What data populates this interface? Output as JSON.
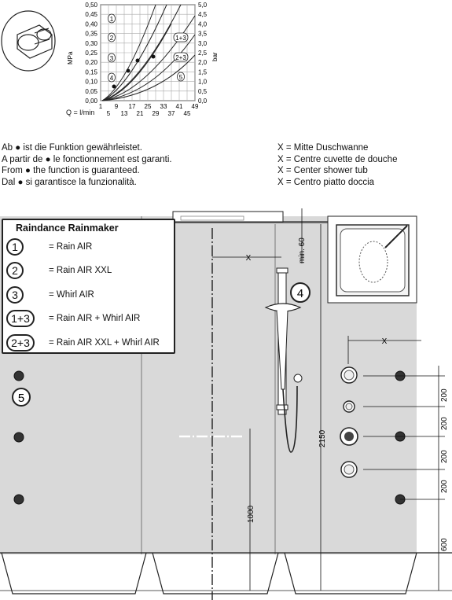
{
  "chart": {
    "y_left_ticks": [
      "0,50",
      "0,45",
      "0,40",
      "0,35",
      "0,30",
      "0,25",
      "0,20",
      "0,15",
      "0,10",
      "0,05",
      "0,00"
    ],
    "y_right_ticks": [
      "5,0",
      "4,5",
      "4,0",
      "3,5",
      "3,0",
      "2,5",
      "2,0",
      "1,5",
      "1,0",
      "0,5",
      "0,0"
    ],
    "y_left_unit": "MPa",
    "y_right_unit": "bar",
    "x_ticks_top": [
      "1",
      "9",
      "17",
      "25",
      "33",
      "41",
      "49"
    ],
    "x_ticks_bottom": [
      "5",
      "13",
      "21",
      "29",
      "37",
      "45"
    ],
    "x_label": "Q = l/min",
    "curve_labels": [
      "1",
      "2",
      "3",
      "4",
      "1+3",
      "2+3",
      "5"
    ]
  },
  "notes_left": [
    "Ab ● ist die Funktion gewährleistet.",
    "A partir de ● le fonctionnement est garanti.",
    "From ● the function is guaranteed.",
    "Dal ● si garantisce la funzionalità."
  ],
  "notes_right": [
    "X = Mitte Duschwanne",
    "X = Centre cuvette de douche",
    "X = Center shower tub",
    "X = Centro piatto doccia"
  ],
  "legend": {
    "title": "Raindance Rainmaker",
    "items": [
      {
        "badge": "1",
        "label": "= Rain AIR"
      },
      {
        "badge": "2",
        "label": "= Rain AIR XXL"
      },
      {
        "badge": "3",
        "label": "= Whirl AIR"
      },
      {
        "badge": "1+3",
        "label": "= Rain AIR + Whirl AIR"
      },
      {
        "badge": "2+3",
        "label": "= Rain AIR XXL + Whirl AIR"
      }
    ]
  },
  "drawing": {
    "x_mark": "X",
    "min_60": "min. 60",
    "callout_4": "4",
    "callout_5": "5",
    "dim_2150": "2150",
    "dim_1000": "1000",
    "dim_200_a": "200",
    "dim_200_b": "200",
    "dim_200_c": "200",
    "dim_200_d": "200",
    "dim_600": "600"
  }
}
